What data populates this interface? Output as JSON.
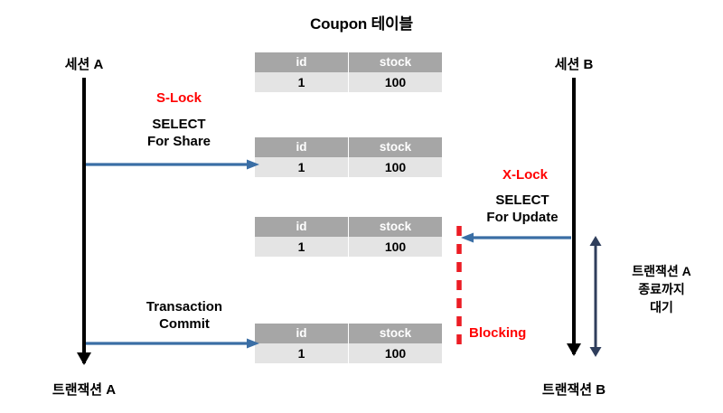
{
  "diagram": {
    "title": "Coupon 테이블",
    "colors": {
      "lifeline": "#000000",
      "message_arrow": "#3a6ea5",
      "lock_label": "#ff0000",
      "blocking": "#ff0000",
      "wait_arrow": "#2f3e5c",
      "table_header_bg": "#a6a6a6",
      "table_row_bg": "#e4e4e4"
    }
  },
  "sessions": {
    "left": {
      "top_label": "세션 A",
      "bottom_label": "트랜잭션 A"
    },
    "right": {
      "top_label": "세션 B",
      "bottom_label": "트랜잭션 B"
    }
  },
  "table": {
    "columns": [
      "id",
      "stock"
    ],
    "row": [
      "1",
      "100"
    ],
    "instances": [
      {
        "name": "table-initial"
      },
      {
        "name": "table-after-s-lock"
      },
      {
        "name": "table-after-x-lock-request"
      },
      {
        "name": "table-after-commit"
      }
    ]
  },
  "messages": [
    {
      "name": "s-lock-message",
      "lock": "S-Lock",
      "statement_line1": "SELECT",
      "statement_line2": "For Share",
      "direction": "left-to-right"
    },
    {
      "name": "x-lock-message",
      "lock": "X-Lock",
      "statement_line1": "SELECT",
      "statement_line2": "For Update",
      "direction": "right-to-left"
    },
    {
      "name": "commit-message",
      "lock": "",
      "statement_line1": "Transaction",
      "statement_line2": "Commit",
      "direction": "left-to-right"
    }
  ],
  "blocking": {
    "label": "Blocking"
  },
  "wait": {
    "line1": "트랜잭션 A",
    "line2": "종료까지",
    "line3": "대기"
  }
}
